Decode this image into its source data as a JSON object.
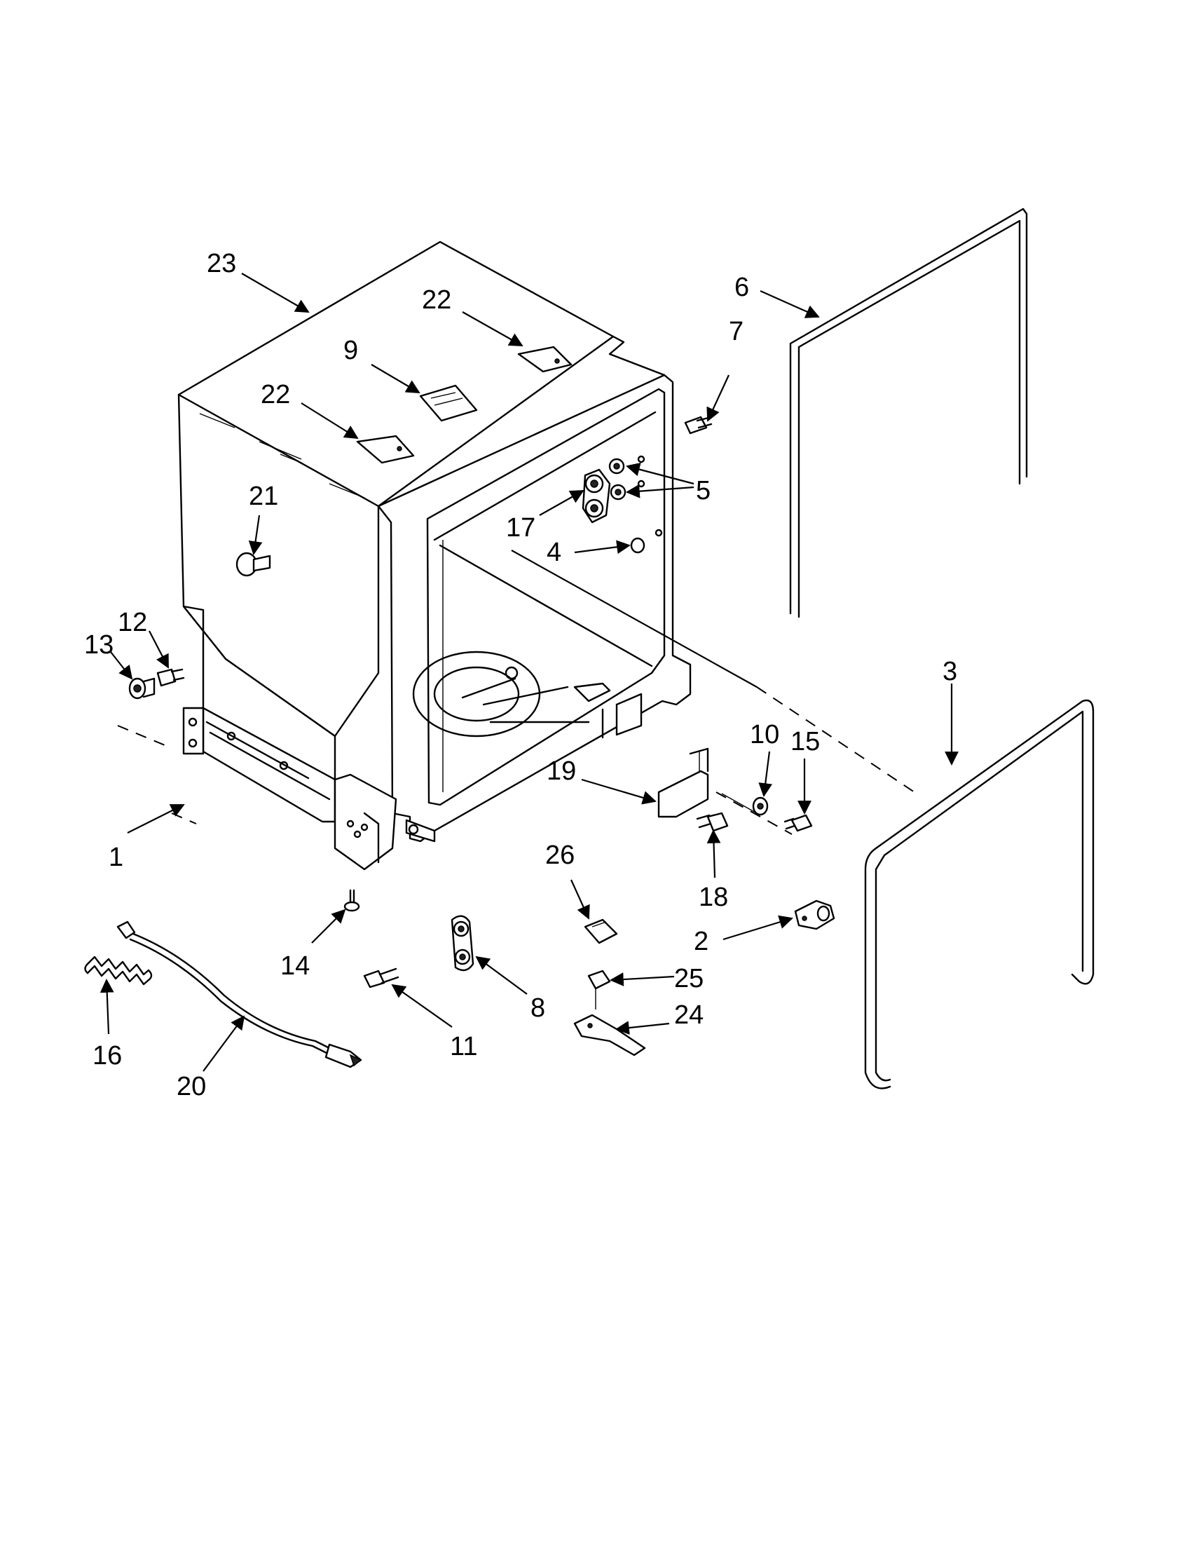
{
  "callouts": {
    "c1": "1",
    "c2": "2",
    "c3": "3",
    "c4": "4",
    "c5": "5",
    "c6": "6",
    "c7": "7",
    "c8": "8",
    "c9": "9",
    "c10": "10",
    "c11": "11",
    "c12": "12",
    "c13": "13",
    "c14": "14",
    "c15": "15",
    "c16": "16",
    "c17": "17",
    "c18": "18",
    "c19": "19",
    "c20": "20",
    "c21": "21",
    "c22a": "22",
    "c22b": "22",
    "c23": "23",
    "c24": "24",
    "c25": "25",
    "c26": "26"
  }
}
